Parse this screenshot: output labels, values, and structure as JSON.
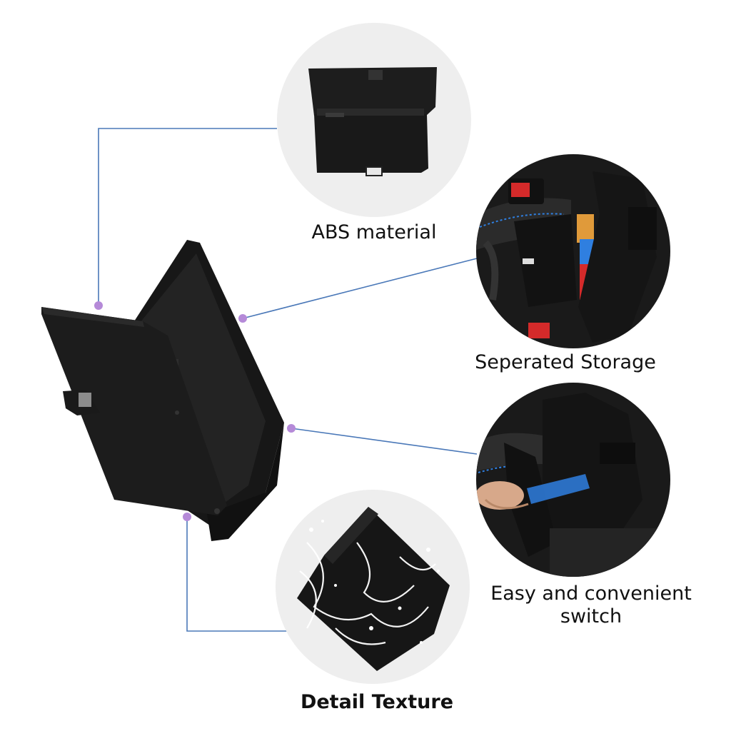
{
  "features": {
    "abs": {
      "label": "ABS material"
    },
    "storage": {
      "label": "Seperated Storage"
    },
    "switch": {
      "line1": "Easy and convenient",
      "line2": "switch"
    },
    "texture": {
      "label": "Detail Texture"
    }
  },
  "colors": {
    "connector_line": "#4a78b8",
    "dot": "#b58ad8",
    "circle_bg": "#eeeeee",
    "product": "#1b1b1b",
    "accent_blue": "#2f7fe0",
    "accent_red": "#d42a2a"
  }
}
